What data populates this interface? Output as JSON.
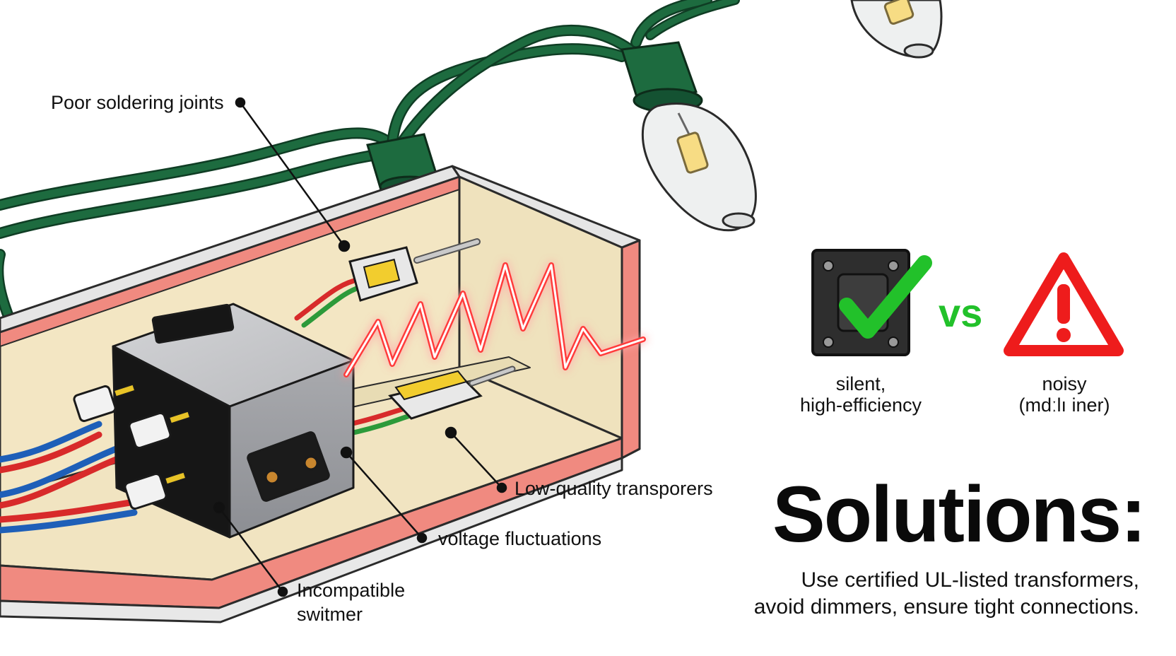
{
  "labels": {
    "soldering": "Poor soldering joints",
    "transporters": "Low-quality transporers",
    "voltage": "voltage fluctuations",
    "incompatible_line1": "Incompatible",
    "incompatible_line2": "switmer"
  },
  "comparison": {
    "silent_line1": "silent,",
    "silent_line2": "high-efficiency",
    "vs": "vs",
    "noisy_line1": "noisy",
    "noisy_line2": "(mdːlı iner)"
  },
  "solutions": {
    "title": "Solutions:",
    "line1": "Use certified UL-listed transformers,",
    "line2": "avoid dimmers, ensure tight connections."
  },
  "colors": {
    "wire_green": "#1d6b3f",
    "noise_red": "#ff2a2a",
    "check_green": "#22c12a",
    "warning_red": "#ee1c1c",
    "housing_pink": "#f08a80",
    "housing_cream": "#f3e6c3"
  }
}
